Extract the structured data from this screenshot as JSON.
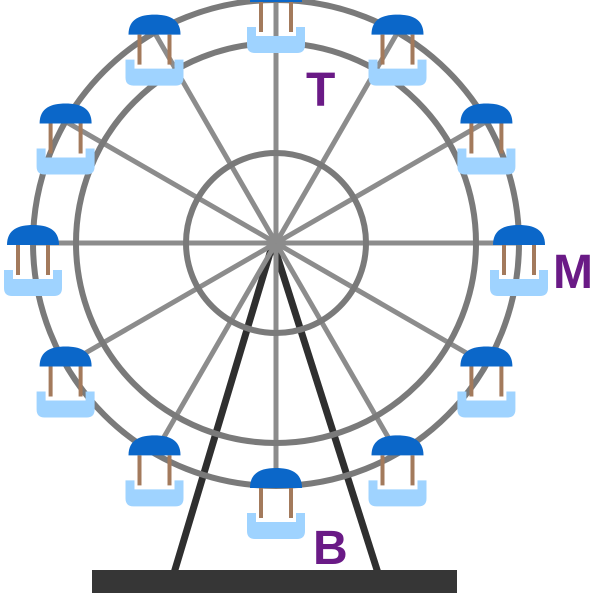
{
  "colors": {
    "rim": "#7a7a7a",
    "spoke": "#8c8c8c",
    "frame": "#2f2f2f",
    "base": "#363636",
    "cabin_roof": "#0b67c9",
    "cabin_body": "#9fd3ff",
    "cabin_rod": "#a37a5c",
    "label": "#6a1a86"
  },
  "wheel": {
    "cabin_count": 12,
    "spoke_count": 12
  },
  "labels": {
    "top": "T",
    "middle": "M",
    "bottom": "B"
  }
}
